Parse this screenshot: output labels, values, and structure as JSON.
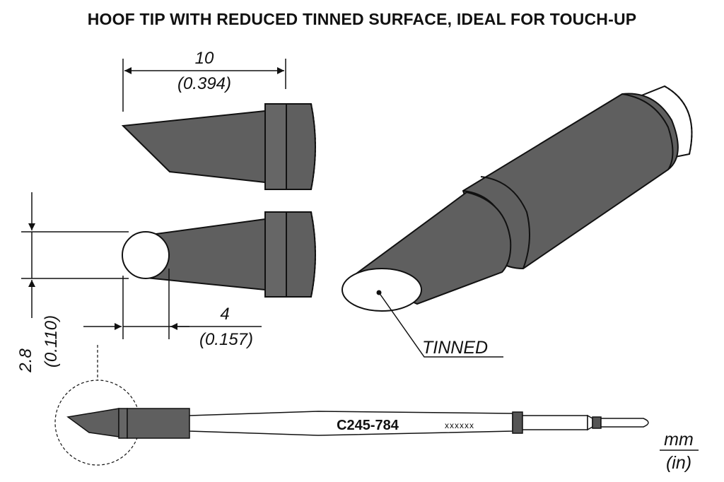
{
  "title": "HOOF TIP WITH REDUCED TINNED SURFACE, IDEAL FOR TOUCH-UP",
  "dimensions": {
    "length_mm": "10",
    "length_in": "(0.394)",
    "width_mm": "4",
    "width_in": "(0.157)",
    "diameter_mm": "2.8",
    "diameter_in": "(0.110)"
  },
  "callout": {
    "tinned": "TINNED"
  },
  "cartridge": {
    "part_number": "C245-784",
    "batch": "xxxxxx"
  },
  "units": {
    "metric": "mm",
    "imperial": "(in)"
  },
  "colors": {
    "metal": "#5f5f5f",
    "metal_light": "#777777",
    "line": "#111111"
  }
}
